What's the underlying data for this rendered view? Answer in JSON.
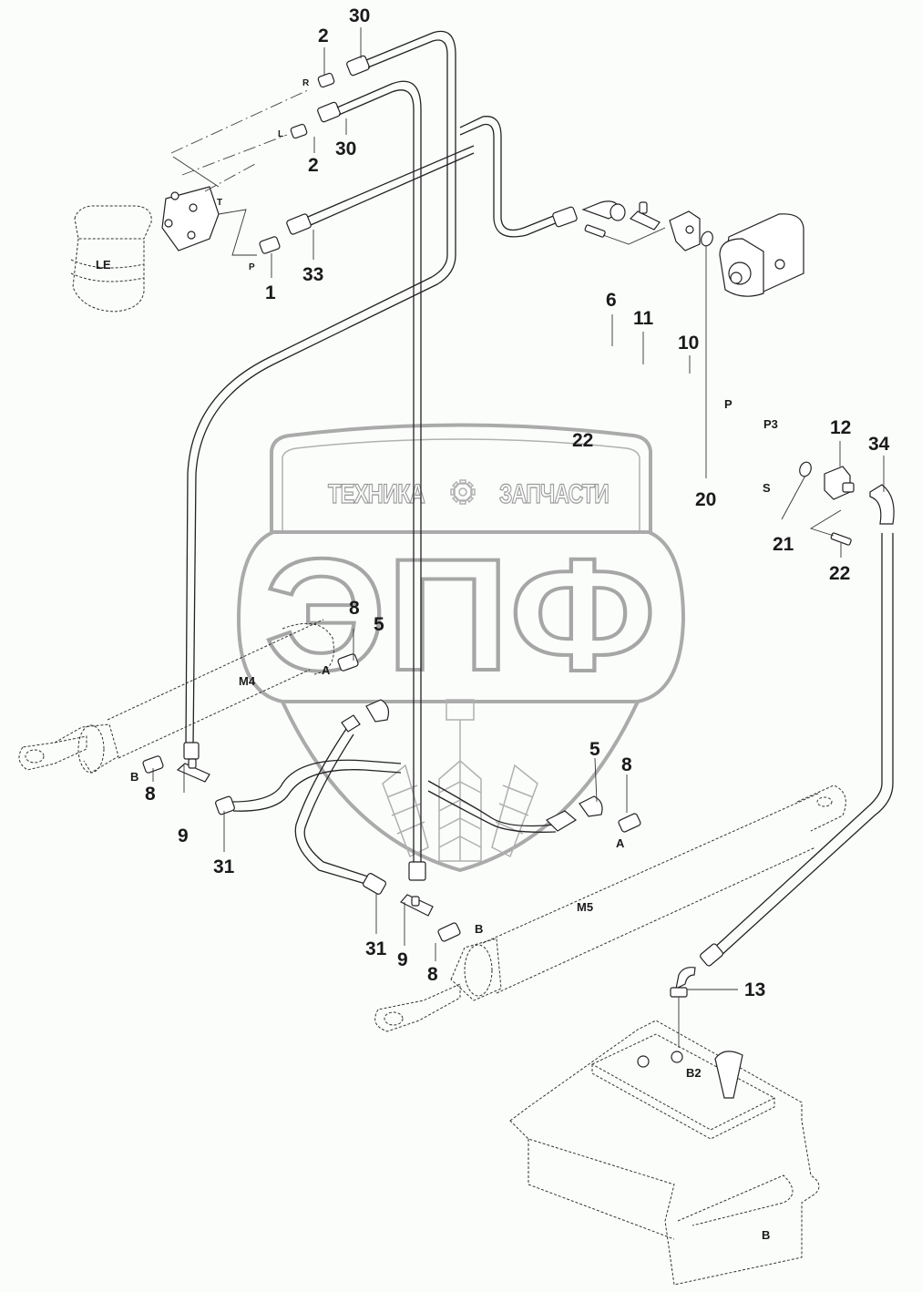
{
  "diagram": {
    "type": "exploded-parts-diagram",
    "subject": "hydraulic steering circuit",
    "watermark": {
      "top_left_text": "ТЕХНИКА",
      "top_right_text": "ЗАПЧАСТИ",
      "gear_icon": "gear-icon",
      "logo_letters": "ЭПФ"
    },
    "components": {
      "steering_unit": "LE",
      "pump": "P3",
      "pump_port_pressure": "P",
      "pump_port_suction": "S",
      "cylinder_left": "M4",
      "cylinder_right": "M5",
      "tank": "B",
      "tank_port": "B2"
    },
    "port_labels": {
      "steering_R": "R",
      "steering_L": "L",
      "steering_T": "T",
      "steering_P": "P",
      "m4_A": "A",
      "m4_B": "B",
      "m5_A": "A",
      "m5_B": "B"
    },
    "callouts": {
      "c30_top": "30",
      "c2_top": "2",
      "c30_mid": "30",
      "c2_mid": "2",
      "c1": "1",
      "c33": "33",
      "c6": "6",
      "c11": "11",
      "c10": "10",
      "c22_left": "22",
      "c20": "20",
      "c12": "12",
      "c34": "34",
      "c21": "21",
      "c22_right": "22",
      "c8_m4a": "8",
      "c5_m4": "5",
      "c8_m4b": "8",
      "c9_left": "9",
      "c31_left": "31",
      "c5_m5": "5",
      "c8_m5a": "8",
      "c31_mid": "31",
      "c9_mid": "9",
      "c8_m5b": "8",
      "c13": "13"
    }
  }
}
